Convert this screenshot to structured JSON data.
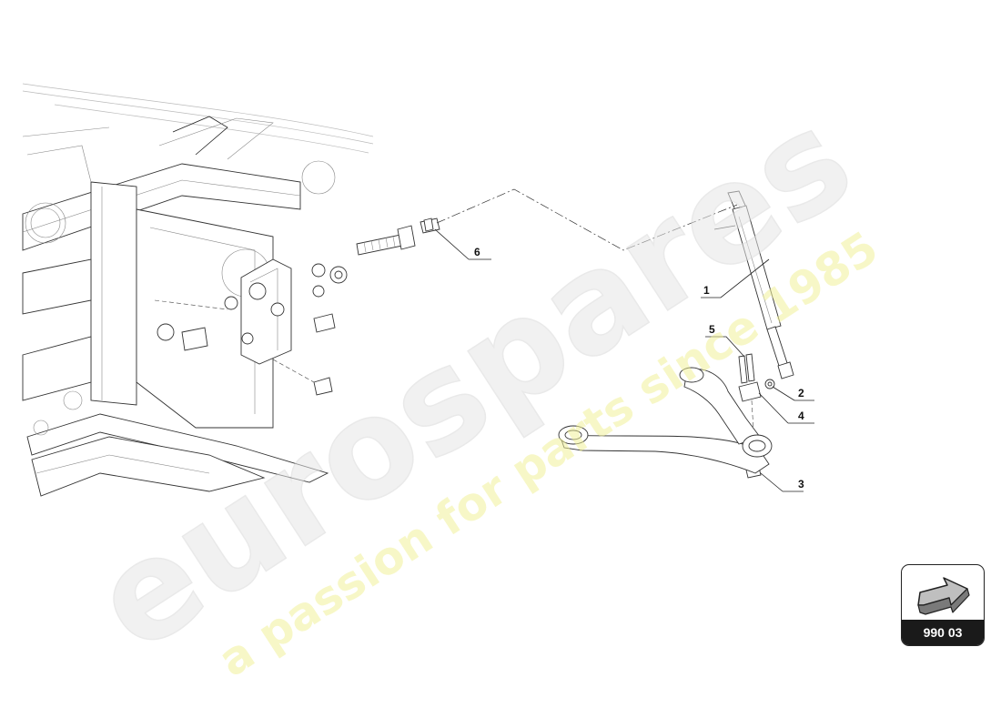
{
  "diagram": {
    "callouts": [
      {
        "id": "1",
        "label": "1"
      },
      {
        "id": "2",
        "label": "2"
      },
      {
        "id": "3",
        "label": "3"
      },
      {
        "id": "4",
        "label": "4"
      },
      {
        "id": "5",
        "label": "5"
      },
      {
        "id": "6",
        "label": "6"
      }
    ]
  },
  "watermark": {
    "brand": "eurospares",
    "tagline": "a passion for parts since 1985"
  },
  "page_ref": {
    "code": "990 03",
    "icon": "next-page-arrow-icon"
  }
}
